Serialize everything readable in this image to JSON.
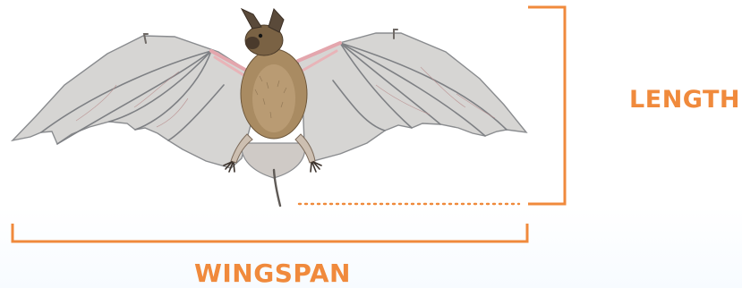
{
  "labels": {
    "length": "LENGTH",
    "wingspan": "WINGSPAN"
  },
  "colors": {
    "accent": "#f08a3c",
    "wing_membrane": "#d6d5d3",
    "wing_edge": "#8a8c8f",
    "fur": "#a98b62",
    "fur_dark": "#6a5438"
  },
  "icons": {
    "illustration": "bat-illustration"
  }
}
